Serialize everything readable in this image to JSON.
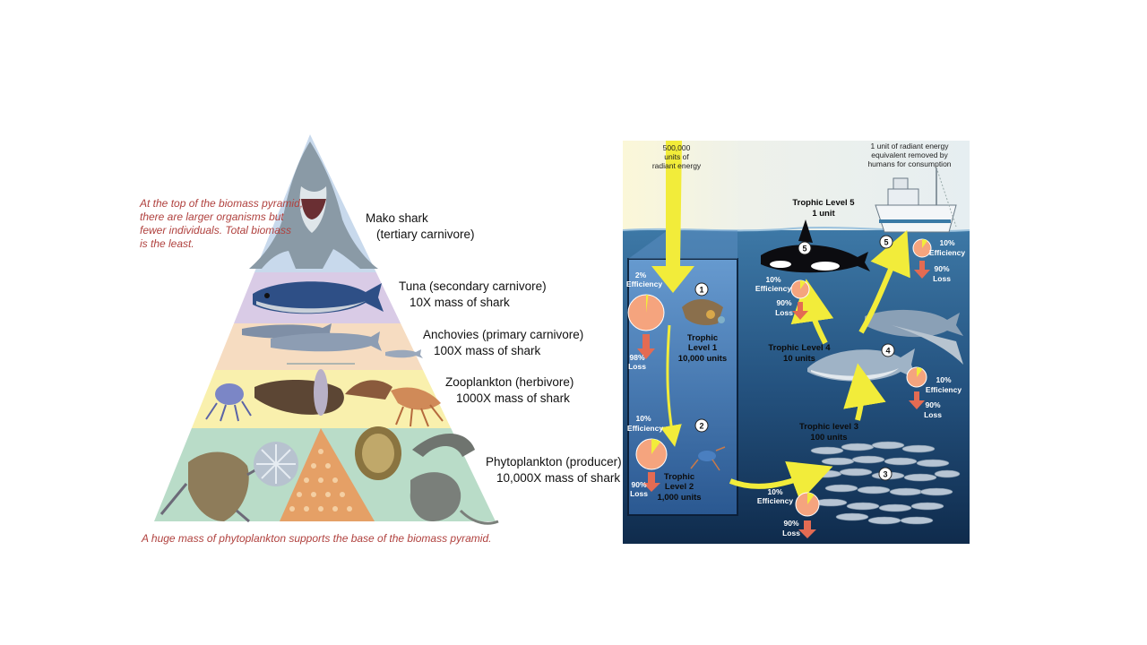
{
  "pyramid": {
    "top_note": [
      "At the top of the biomass pyramid,",
      "there are larger organisms but",
      "fewer individuals. Total biomass",
      "is the least."
    ],
    "bottom_note": "A huge mass of phytoplankton supports the base of the biomass pyramid.",
    "levels": [
      {
        "name": "Mako shark",
        "detail": "(tertiary carnivore)"
      },
      {
        "name": "Tuna (secondary carnivore)",
        "detail": "10X mass of shark"
      },
      {
        "name": "Anchovies (primary carnivore)",
        "detail": "100X mass of shark"
      },
      {
        "name": "Zooplankton (herbivore)",
        "detail": "1000X mass of shark"
      },
      {
        "name": "Phytoplankton (producer)",
        "detail": "10,000X mass of shark"
      }
    ],
    "colors": {
      "mako": "#c8d9ec",
      "tuna": "#d9cbe6",
      "anchovies": "#f6dcc1",
      "zooplankton": "#f9f0ad",
      "phytoplankton": "#b9dcc8",
      "note": "#b0413e"
    }
  },
  "energy": {
    "sunlight": [
      "500,000",
      "units of",
      "radiant energy"
    ],
    "fishing": [
      "1 unit of radiant energy",
      "equivalent removed by",
      "humans for consumption"
    ],
    "levels": [
      {
        "num": "1",
        "title": "Trophic",
        "title2": "Level 1",
        "units": "10,000 units"
      },
      {
        "num": "2",
        "title": "Trophic",
        "title2": "Level 2",
        "units": "1,000 units"
      },
      {
        "num": "3",
        "title": "Trophic level 3",
        "units": "100 units"
      },
      {
        "num": "4",
        "title": "Trophic Level 4",
        "units": "10 units"
      },
      {
        "num": "5",
        "title": "Trophic Level 5",
        "units": "1 unit"
      },
      {
        "num": "5"
      }
    ],
    "efficiency": [
      {
        "eff": "2%",
        "eff_label": "Efficiency",
        "loss": "98%",
        "loss_label": "Loss"
      },
      {
        "eff": "10%",
        "eff_label": "Efficiency",
        "loss": "90%",
        "loss_label": "Loss"
      },
      {
        "eff": "10%",
        "eff_label": "Efficiency",
        "loss": "90%",
        "loss_label": "Loss"
      },
      {
        "eff": "10%",
        "eff_label": "Efficiency",
        "loss": "90%",
        "loss_label": "Loss"
      },
      {
        "eff": "10%",
        "eff_label": "Efficiency",
        "loss": "90%",
        "loss_label": "Loss"
      },
      {
        "eff": "10%",
        "eff_label": "Efficiency",
        "loss": "90%",
        "loss_label": "Loss"
      }
    ],
    "colors": {
      "sky": "#e9eef0",
      "ocean_top": "#3d78a6",
      "ocean_bottom": "#0f2b4c",
      "arrow": "#f2ec3a",
      "loss": "#e36b53"
    }
  }
}
